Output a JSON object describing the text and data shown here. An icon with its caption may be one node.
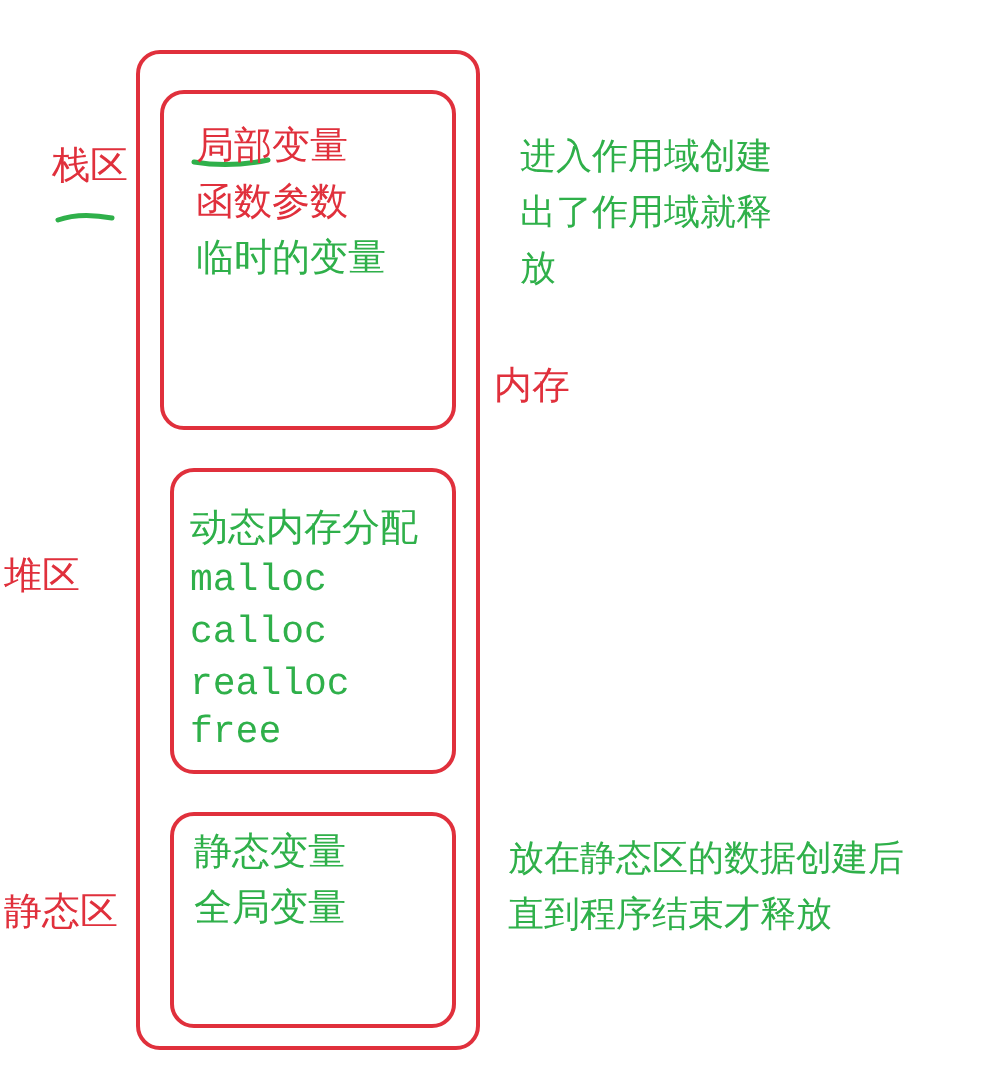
{
  "diagram": {
    "nodes": [
      {
        "text": [
          "内存"
        ]
      },
      {
        "text": [
          "局部变量",
          "函数参数",
          "临时的变量"
        ],
        "in": 0,
        "beside": [
          "栈区",
          "进入作用域创建出了作用域就释放"
        ]
      },
      {
        "text": [
          "动态内存分配",
          "malloc",
          "calloc",
          "realloc",
          "free"
        ],
        "in": 0,
        "beside": [
          "堆区"
        ]
      },
      {
        "text": [
          "静态变量",
          "全局变量"
        ],
        "in": 0,
        "beside": [
          "静态区",
          "放在静态区的数据创建后直到程序结束才释放"
        ]
      }
    ]
  }
}
